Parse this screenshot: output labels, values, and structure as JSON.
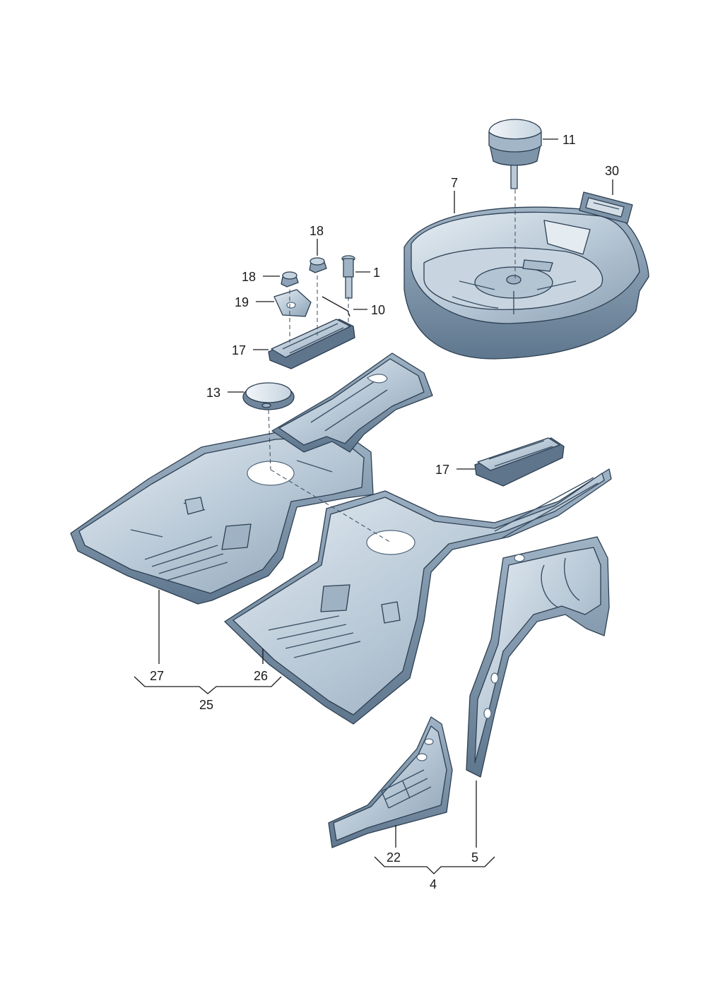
{
  "callouts": {
    "c11": "11",
    "c30": "30",
    "c7": "7",
    "c18a": "18",
    "c18b": "18",
    "c1": "1",
    "c19": "19",
    "c10": "10",
    "c17a": "17",
    "c13": "13",
    "c17b": "17",
    "c27": "27",
    "c26": "26",
    "c25": "25",
    "c22": "22",
    "c5": "5",
    "c4": "4"
  },
  "colors": {
    "metal_light": "#d9e3ec",
    "metal_mid": "#a9bccd",
    "metal_dark": "#6f869c",
    "outline": "#2d3f52"
  }
}
